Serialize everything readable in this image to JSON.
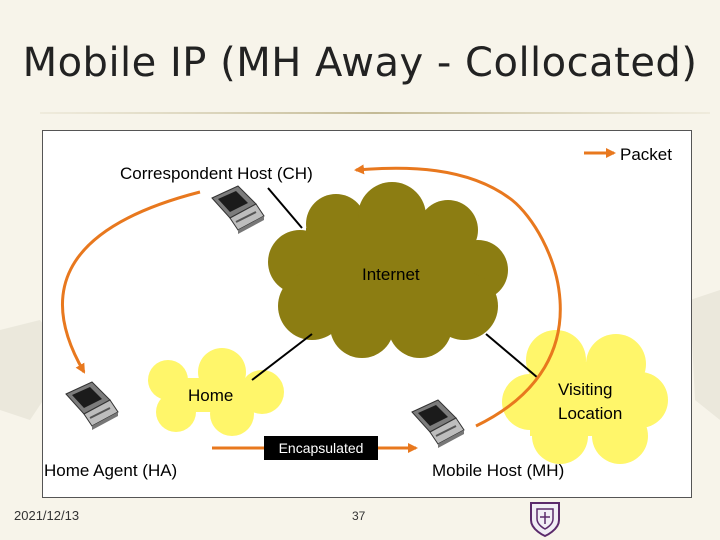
{
  "slide": {
    "title": "Mobile IP (MH Away - Collocated)",
    "footer_date": "2021/12/13",
    "page_number": "37"
  },
  "diagram": {
    "legend_label": "Packet",
    "correspondent_host_label": "Correspondent Host (CH)",
    "internet_label": "Internet",
    "home_label": "Home",
    "visiting_label_line1": "Visiting",
    "visiting_label_line2": "Location",
    "encapsulated_label": "Encapsulated",
    "home_agent_label": "Home Agent (HA)",
    "mobile_host_label": "Mobile Host (MH)"
  },
  "colors": {
    "cloud_internet": "#8c7d12",
    "cloud_yellow": "#fff66a",
    "arrow": "#e8781e",
    "encapsulated_box": "#000000",
    "frame_background": "#ffffff"
  },
  "icons": [
    "computer-icon",
    "university-seal-icon"
  ]
}
